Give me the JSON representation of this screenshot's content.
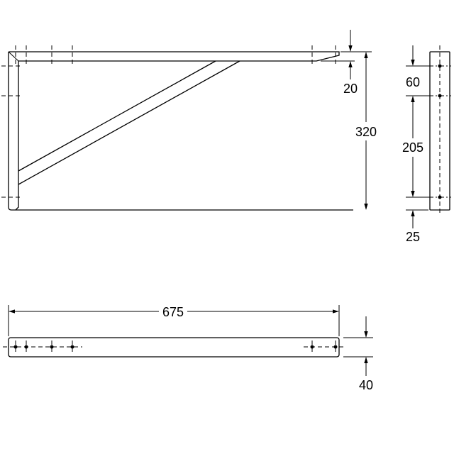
{
  "drawing": {
    "dimensions": {
      "height_total": "320",
      "top_thickness": "20",
      "length": "675",
      "width": "40",
      "hole_top_offset": "60",
      "hole_spacing": "205",
      "hole_bottom_offset": "25"
    }
  }
}
